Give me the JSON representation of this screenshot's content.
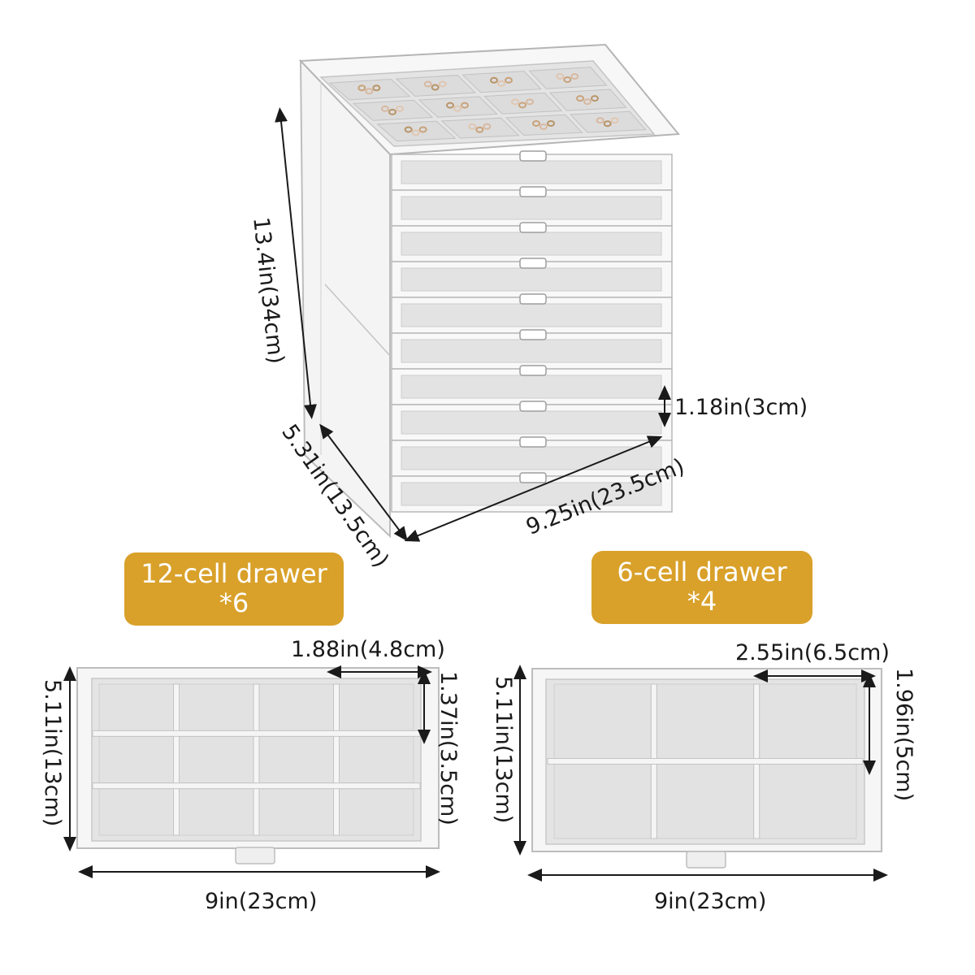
{
  "product": {
    "height_label": "13.4in(34cm)",
    "depth_label": "5.31in(13.5cm)",
    "width_label": "9.25in(23.5cm)",
    "drawer_height_label": "1.18in(3cm)"
  },
  "drawer_12": {
    "badge_title": "12-cell drawer",
    "badge_count": "*6",
    "cell_width_label": "1.88in(4.8cm)",
    "cell_height_label": "1.37in(3.5cm)",
    "depth_label": "5.11in(13cm)",
    "width_label": "9in(23cm)",
    "rows": 3,
    "cols": 4
  },
  "drawer_6": {
    "badge_title": "6-cell drawer",
    "badge_count": "*4",
    "cell_width_label": "2.55in(6.5cm)",
    "cell_height_label": "1.96in(5cm)",
    "depth_label": "5.11in(13cm)",
    "width_label": "9in(23cm)",
    "rows": 2,
    "cols": 3
  },
  "colors": {
    "badge": "#d9a12a",
    "felt": "#e2e2e2",
    "acrylic": "#c9c9c9"
  }
}
